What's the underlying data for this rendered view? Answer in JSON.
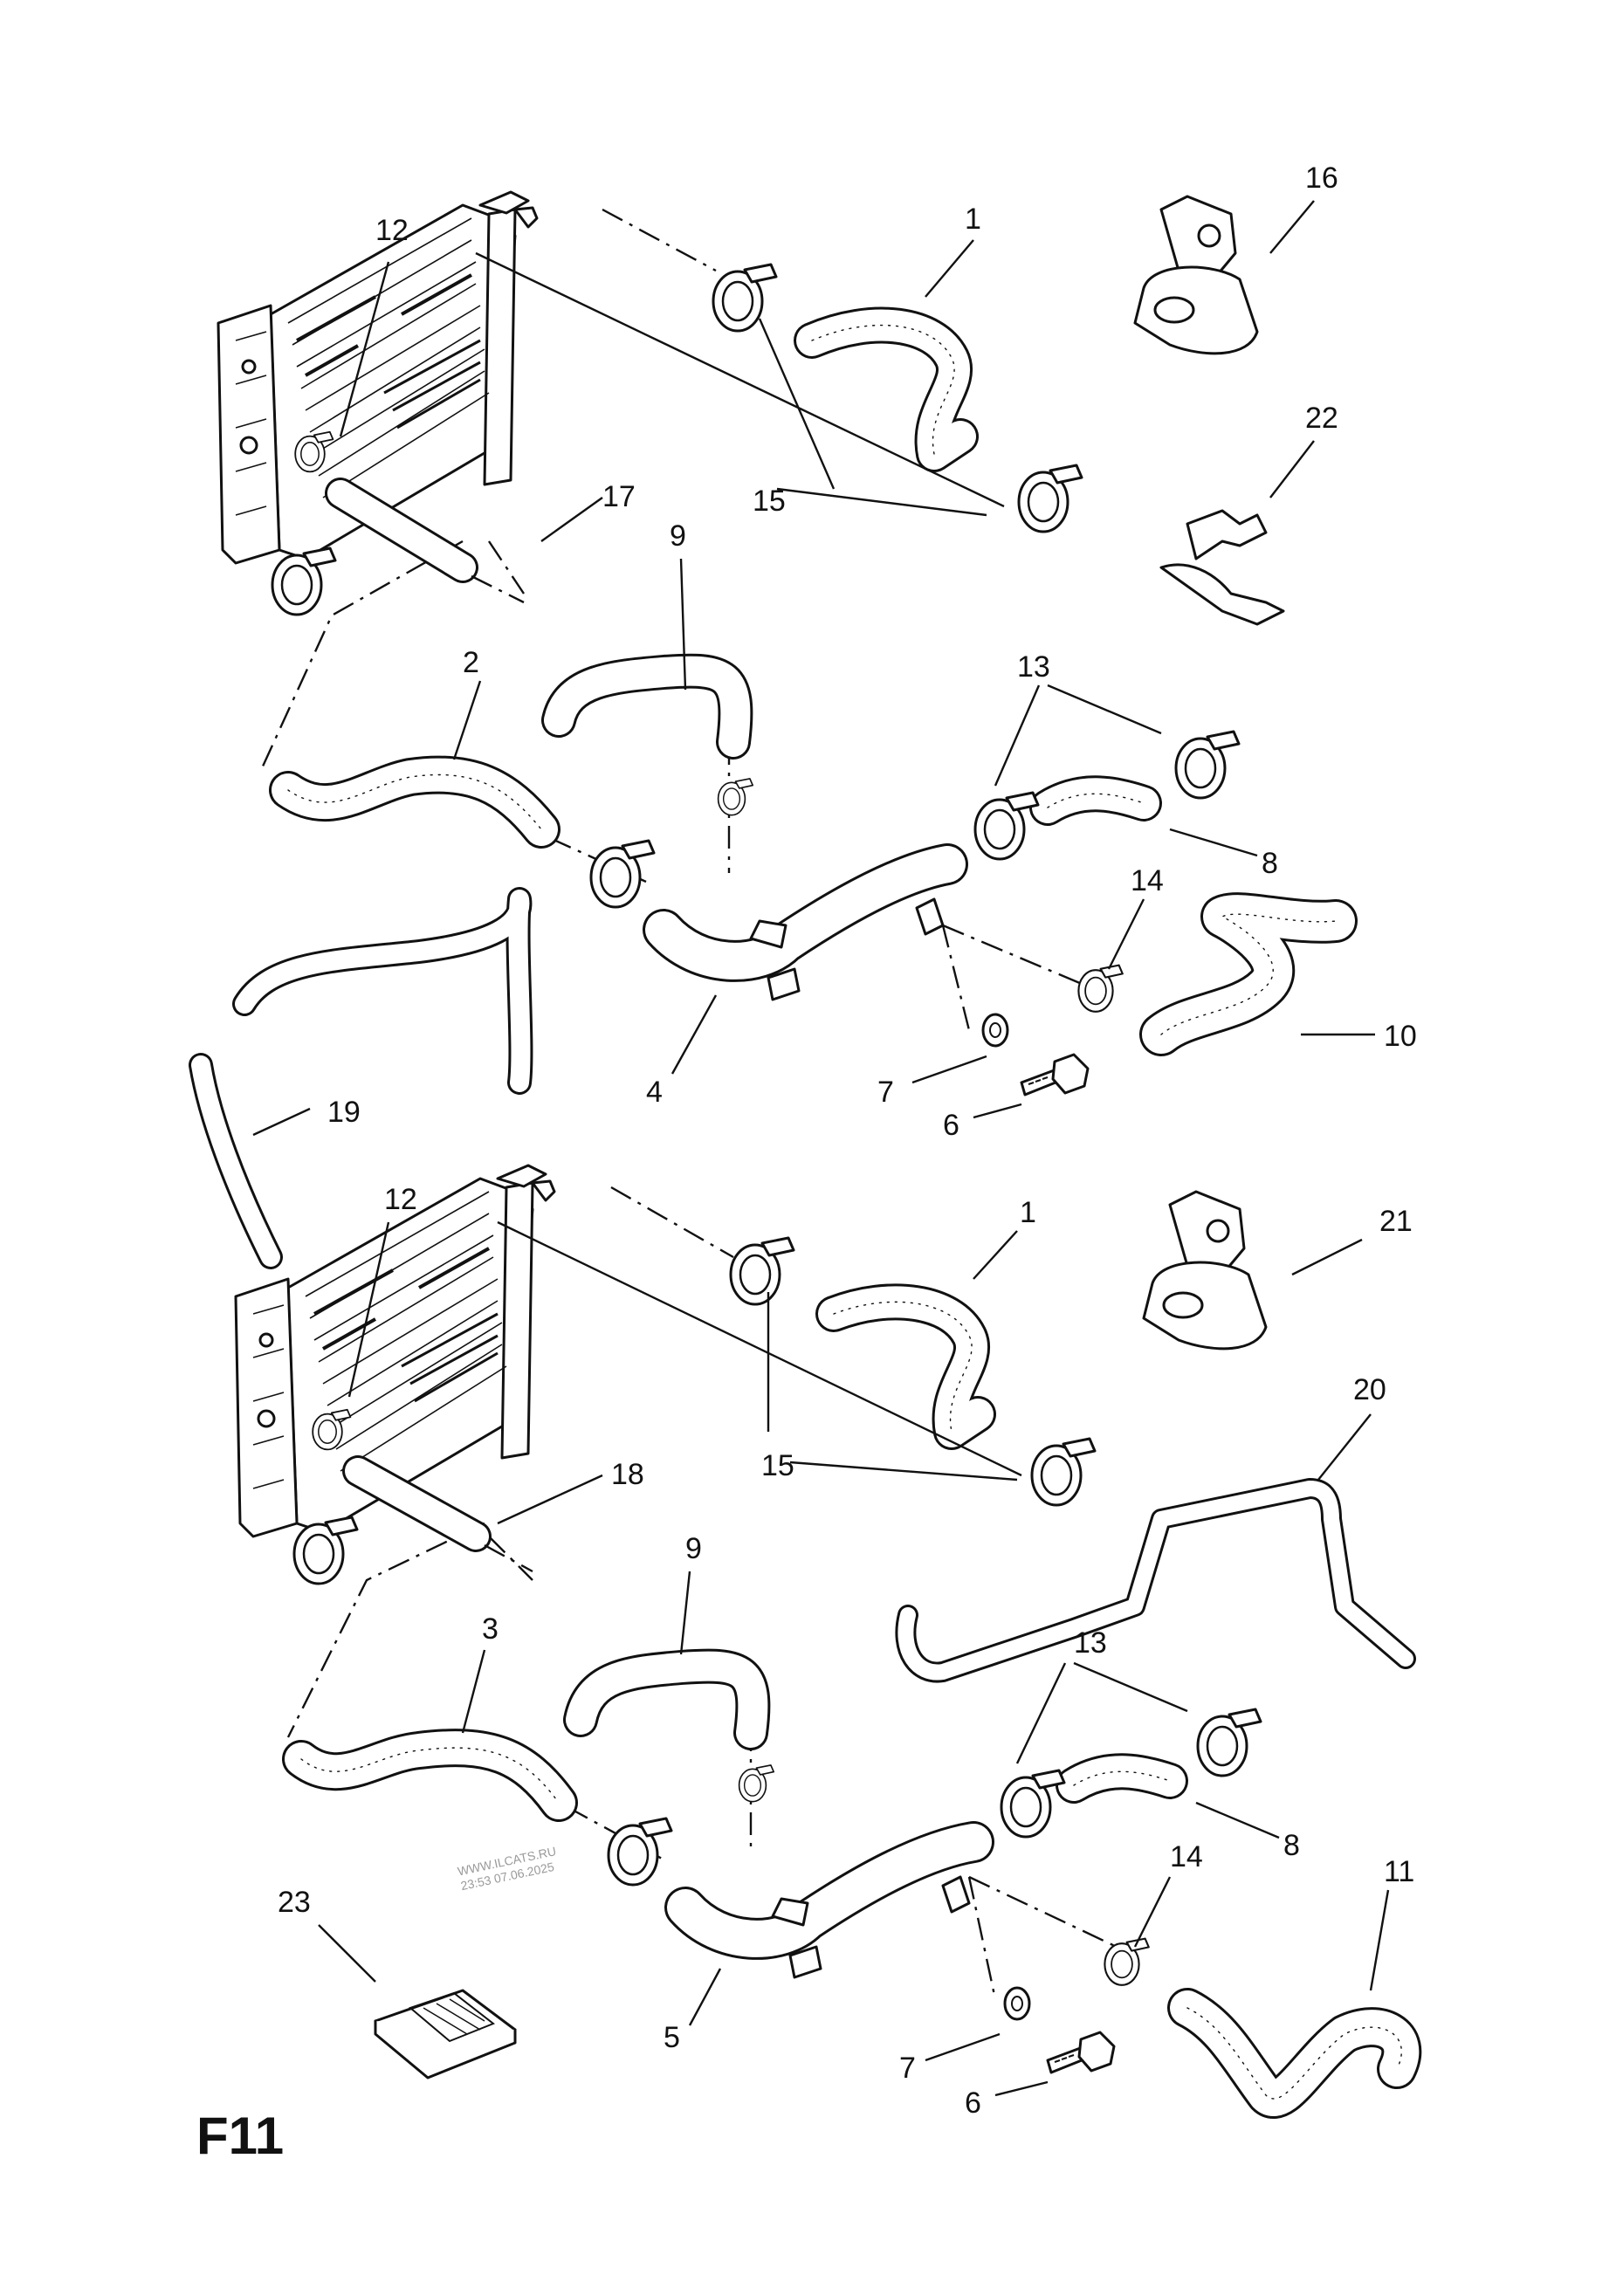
{
  "figure_label": "F11",
  "watermark": {
    "line1": "WWW.ILCATS.RU",
    "line2": "23:53 07.06.2025"
  },
  "callouts": {
    "top": {
      "c1": "1",
      "c2": "2",
      "c4": "4",
      "c6": "6",
      "c7": "7",
      "c8": "8",
      "c9": "9",
      "c10": "10",
      "c12": "12",
      "c13": "13",
      "c14": "14",
      "c15": "15",
      "c16": "16",
      "c17": "17",
      "c19": "19",
      "c22": "22"
    },
    "bottom": {
      "c1": "1",
      "c3": "3",
      "c5": "5",
      "c6": "6",
      "c7": "7",
      "c8": "8",
      "c9": "9",
      "c11": "11",
      "c12": "12",
      "c13": "13",
      "c14": "14",
      "c15": "15",
      "c18": "18",
      "c20": "20",
      "c21": "21",
      "c23": "23"
    }
  }
}
